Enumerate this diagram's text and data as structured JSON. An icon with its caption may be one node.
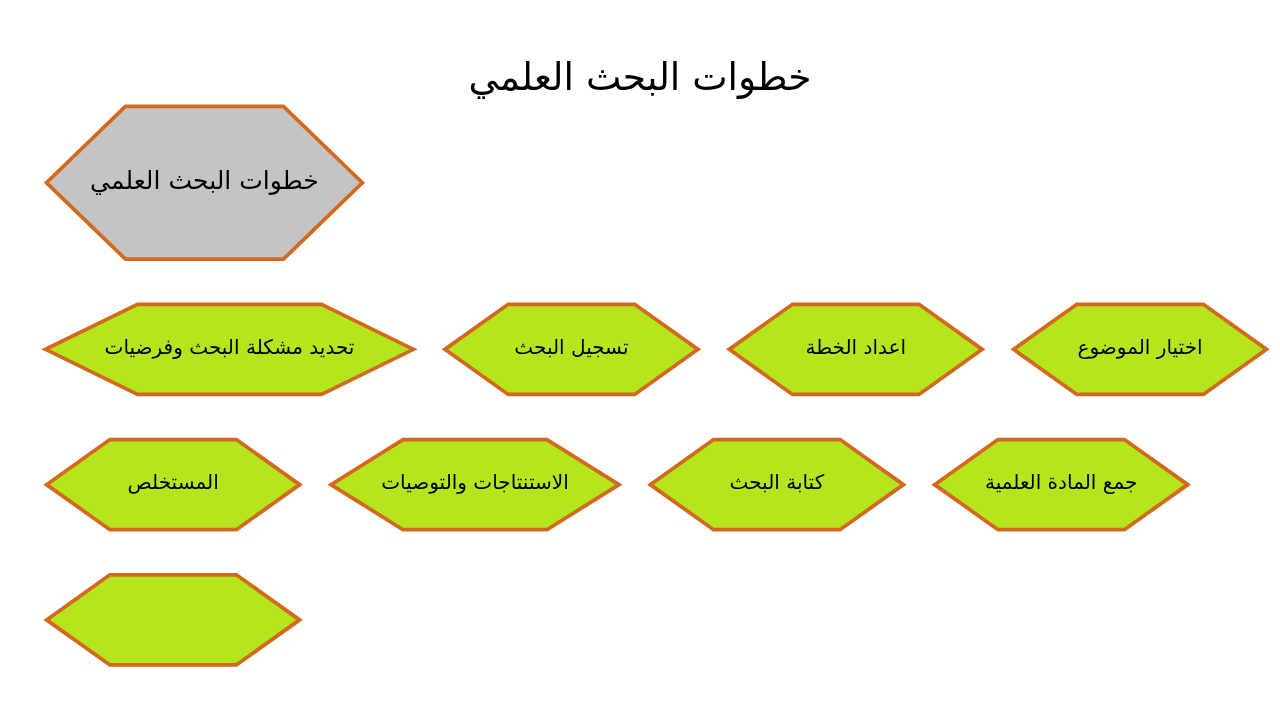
{
  "diagram": {
    "title": "خطوات البحث العلمي",
    "nodes": [
      {
        "text": [
          "خطوات البحث العلمي"
        ]
      },
      {
        "text": [
          "اختيار الموضوع"
        ]
      },
      {
        "text": [
          "اعداد الخطة"
        ]
      },
      {
        "text": [
          "تسجيل البحث"
        ]
      },
      {
        "text": [
          "تحديد مشكلة البحث وفرضيات"
        ]
      },
      {
        "text": [
          "جمع المادة العلمية"
        ]
      },
      {
        "text": [
          "كتابة البحث"
        ]
      },
      {
        "text": [
          "الاستنتاجات والتوصيات"
        ]
      },
      {
        "text": [
          "المستخلص"
        ]
      },
      {
        "text": [],
        "shape": "hexagon"
      }
    ],
    "edges": []
  }
}
